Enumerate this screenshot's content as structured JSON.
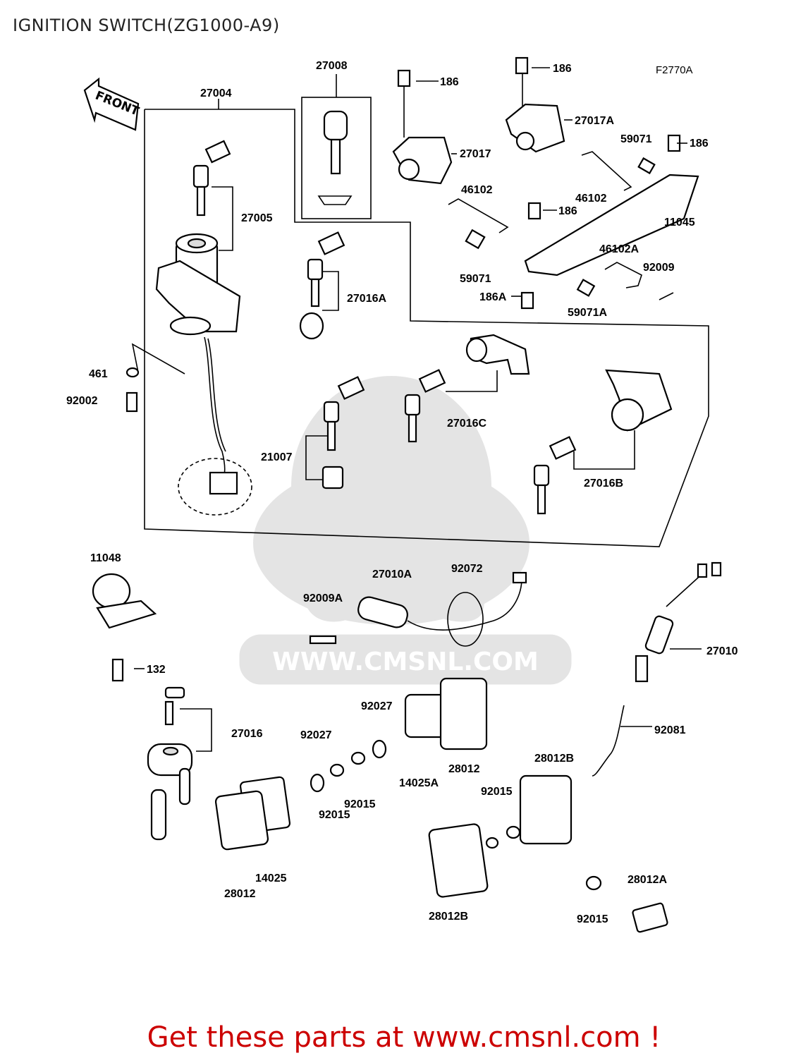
{
  "page": {
    "title": "IGNITION SWITCH(ZG1000-A9)",
    "footer": "Get these parts at www.cmsnl.com !",
    "figure_code": "F2770A",
    "front_arrow": "FRONT",
    "watermark": "WWW.CMSNL.COM",
    "watermark_logo": "CMS"
  },
  "parts": [
    {
      "id": "27008"
    },
    {
      "id": "27004"
    },
    {
      "id": "27005"
    },
    {
      "id": "186"
    },
    {
      "id": "27017"
    },
    {
      "id": "27017A"
    },
    {
      "id": "59071"
    },
    {
      "id": "46102"
    },
    {
      "id": "11045"
    },
    {
      "id": "46102A"
    },
    {
      "id": "92009"
    },
    {
      "id": "186A"
    },
    {
      "id": "59071A"
    },
    {
      "id": "27016A"
    },
    {
      "id": "461"
    },
    {
      "id": "92002"
    },
    {
      "id": "27016C"
    },
    {
      "id": "21007"
    },
    {
      "id": "27016B"
    },
    {
      "id": "11048"
    },
    {
      "id": "27010A"
    },
    {
      "id": "92072"
    },
    {
      "id": "92009A"
    },
    {
      "id": "27010"
    },
    {
      "id": "132"
    },
    {
      "id": "27016"
    },
    {
      "id": "92027"
    },
    {
      "id": "92015"
    },
    {
      "id": "14025A"
    },
    {
      "id": "28012"
    },
    {
      "id": "28012B"
    },
    {
      "id": "92081"
    },
    {
      "id": "14025"
    },
    {
      "id": "28012A"
    }
  ]
}
